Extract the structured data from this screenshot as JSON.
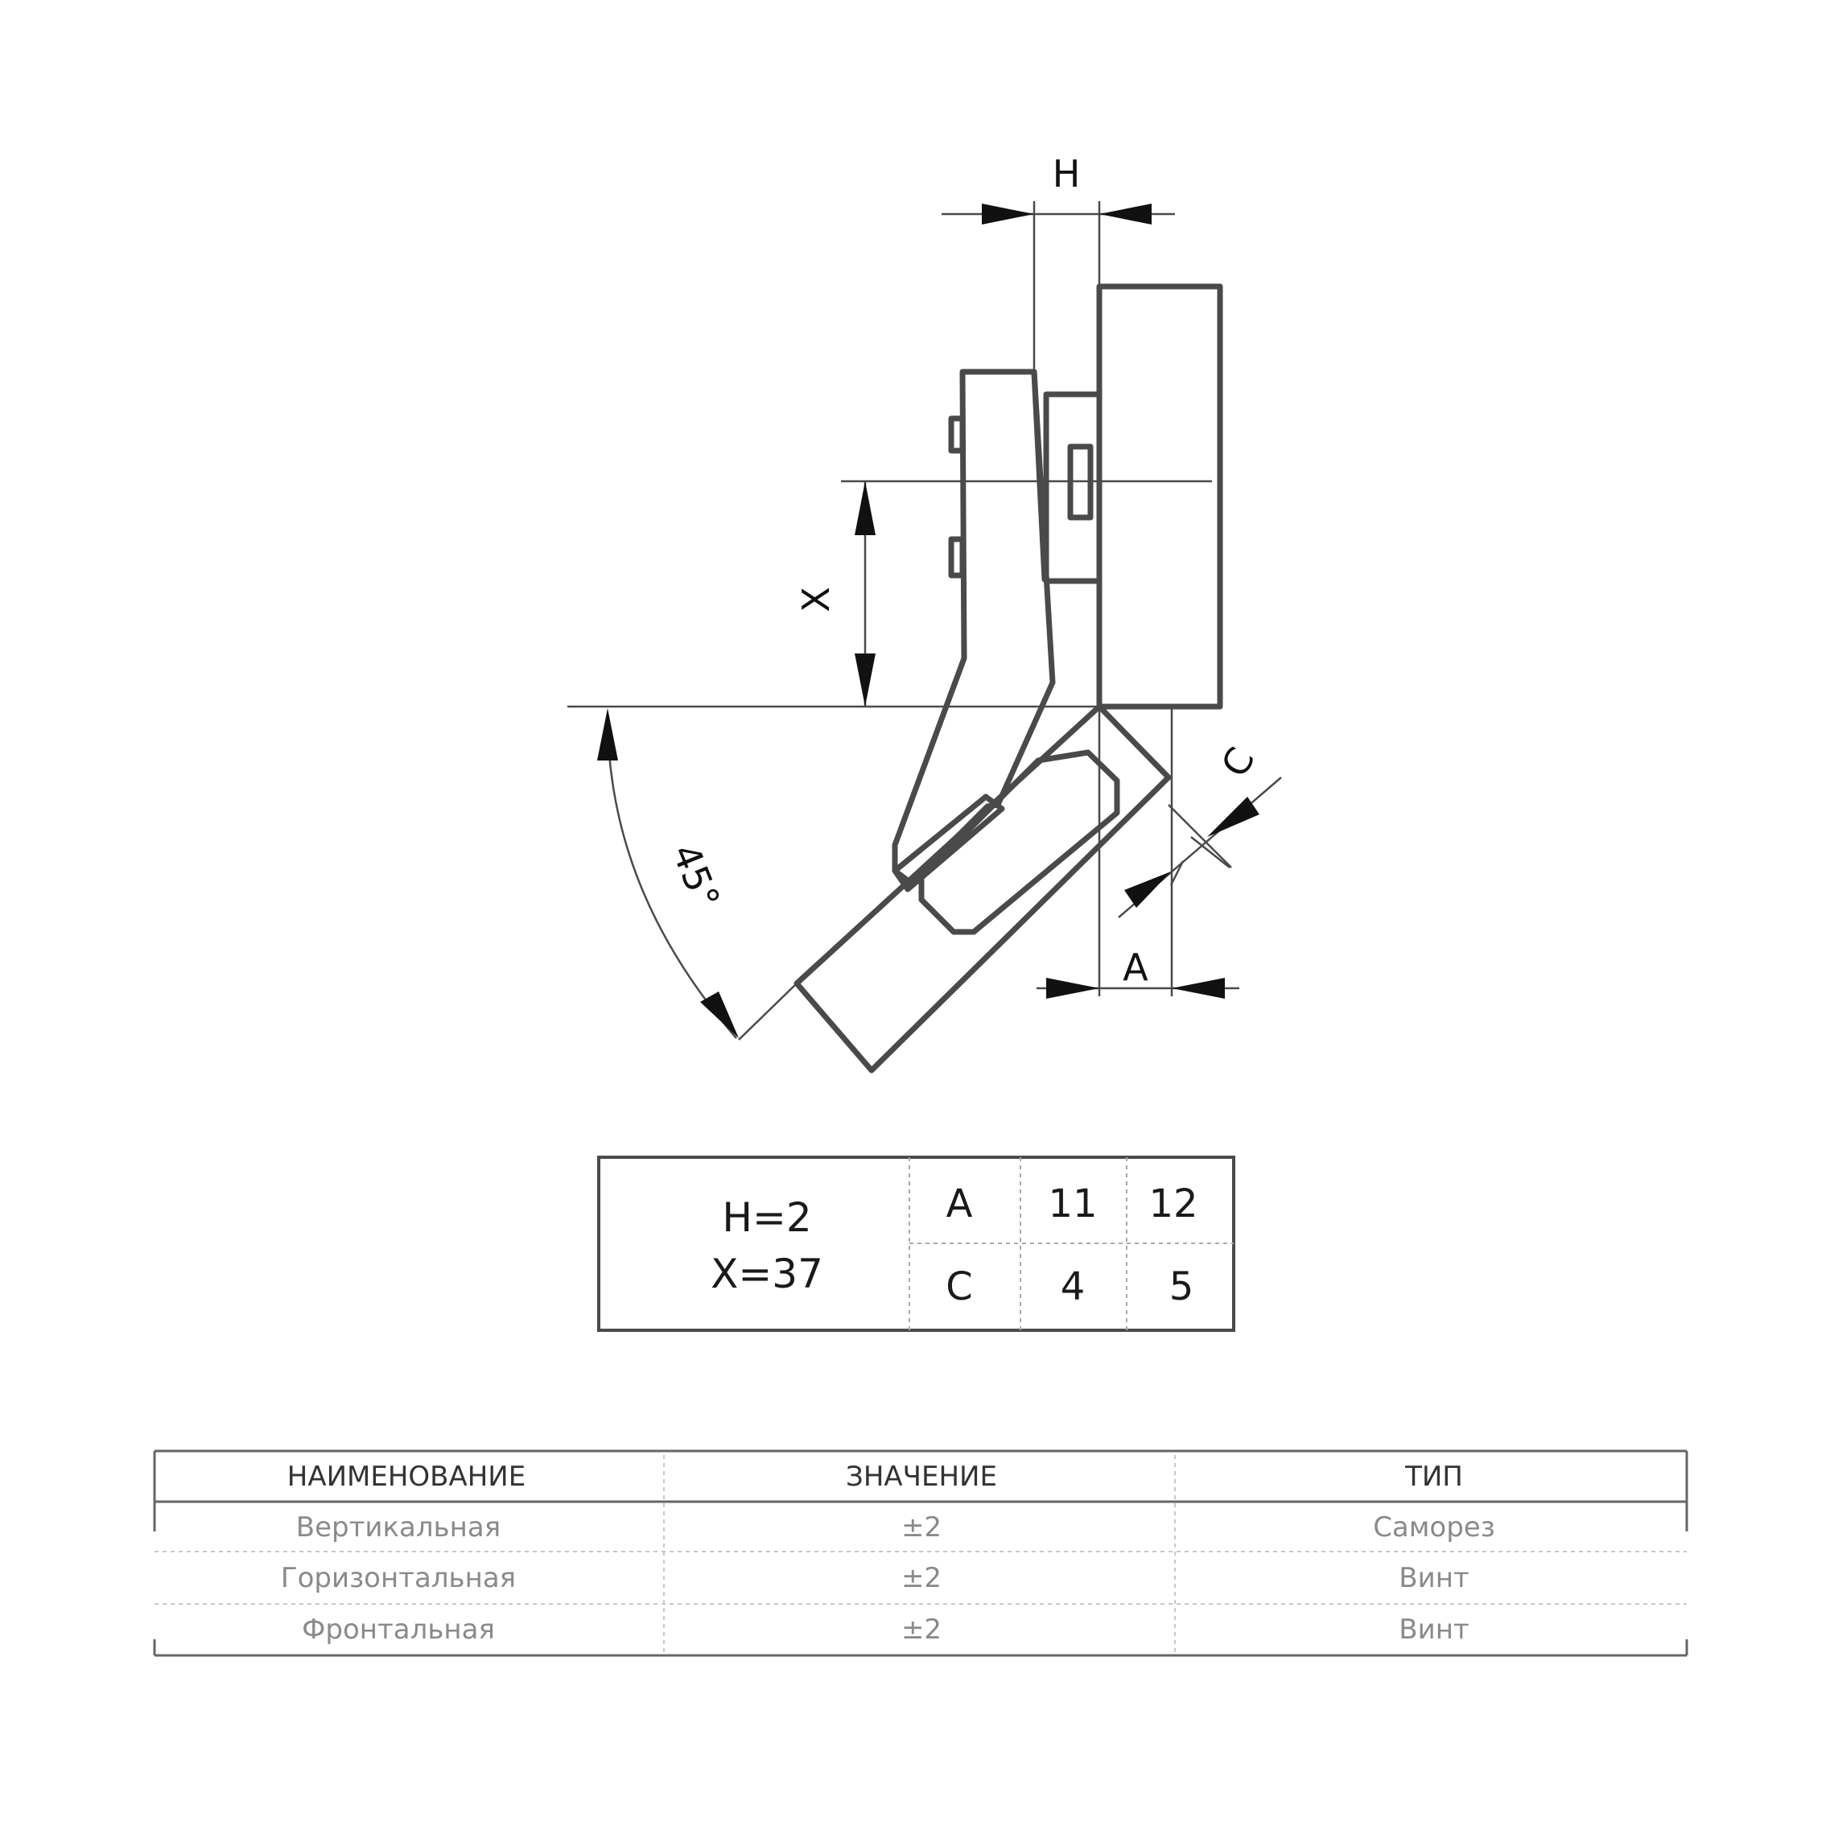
{
  "diagram": {
    "dim_labels": {
      "h": "H",
      "x": "X",
      "c": "C",
      "a": "A",
      "angle": "45°"
    }
  },
  "spec_box": {
    "h_value": "H=2",
    "x_value": "X=37",
    "rows": [
      {
        "label": "A",
        "v1": "11",
        "v2": "12"
      },
      {
        "label": "C",
        "v1": "4",
        "v2": "5"
      }
    ]
  },
  "adjustment_table": {
    "headers": [
      "НАИМЕНОВАНИЕ",
      "ЗНАЧЕНИЕ",
      "ТИП"
    ],
    "rows": [
      {
        "name": "Вертикальная",
        "value": "±2",
        "type": "Саморез"
      },
      {
        "name": "Горизонтальная",
        "value": "±2",
        "type": "Винт"
      },
      {
        "name": "Фронтальная",
        "value": "±2",
        "type": "Винт"
      }
    ]
  }
}
